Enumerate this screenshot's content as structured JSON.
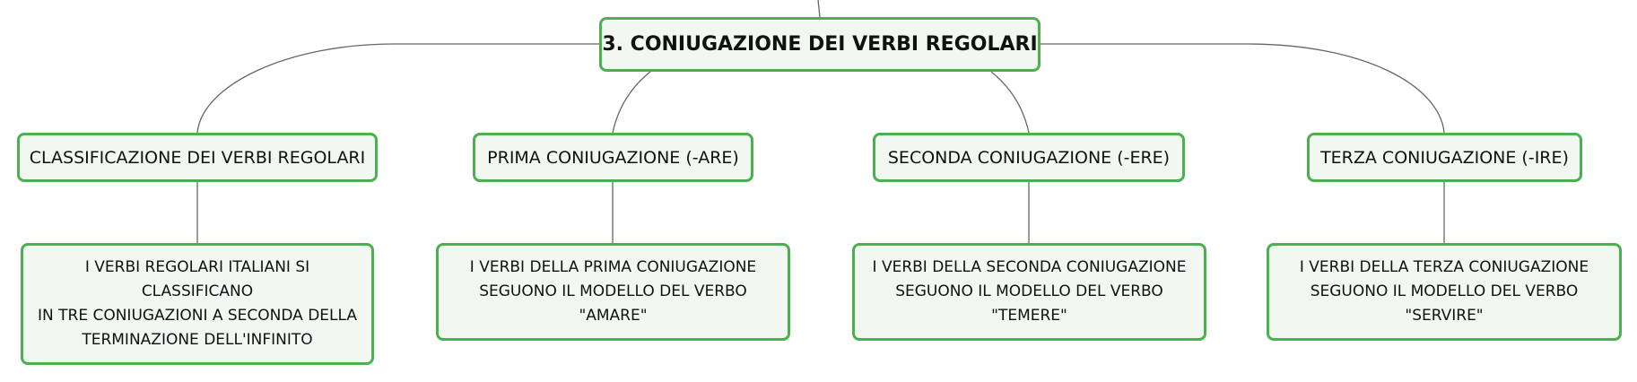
{
  "root": {
    "label": "3. CONIUGAZIONE DEI VERBI REGOLARI"
  },
  "branches": [
    {
      "label": "CLASSIFICAZIONE DEI VERBI REGOLARI",
      "detail": [
        "I VERBI REGOLARI ITALIANI SI CLASSIFICANO",
        "IN TRE CONIUGAZIONI A SECONDA DELLA",
        "TERMINAZIONE DELL'INFINITO"
      ]
    },
    {
      "label": "PRIMA CONIUGAZIONE (-ARE)",
      "detail": [
        "I VERBI DELLA PRIMA CONIUGAZIONE",
        "SEGUONO IL MODELLO DEL VERBO \"AMARE\""
      ]
    },
    {
      "label": "SECONDA CONIUGAZIONE (-ERE)",
      "detail": [
        "I VERBI DELLA SECONDA CONIUGAZIONE",
        "SEGUONO IL MODELLO DEL VERBO \"TEMERE\""
      ]
    },
    {
      "label": "TERZA CONIUGAZIONE (-IRE)",
      "detail": [
        "I VERBI DELLA TERZA CONIUGAZIONE",
        "SEGUONO IL MODELLO DEL VERBO \"SERVIRE\""
      ]
    }
  ],
  "colors": {
    "node_border": "#4caf50",
    "node_fill": "#f1f8f1",
    "connector": "#666666"
  }
}
